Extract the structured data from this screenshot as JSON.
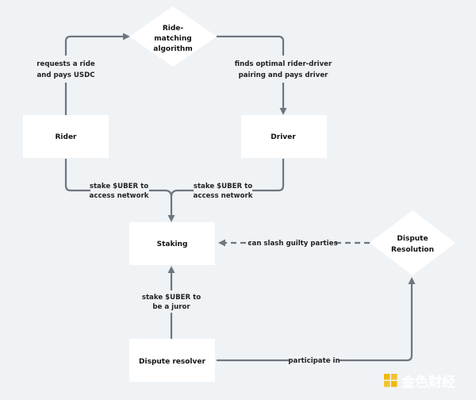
{
  "nodes": {
    "ride_matching": {
      "lines": [
        "Ride-",
        "matching",
        "algorithm"
      ]
    },
    "rider": {
      "label": "Rider"
    },
    "driver": {
      "label": "Driver"
    },
    "staking": {
      "label": "Staking"
    },
    "dispute_resolution": {
      "lines": [
        "Dispute",
        "Resolution"
      ]
    },
    "dispute_resolver": {
      "label": "Dispute resolver"
    }
  },
  "edges": {
    "rider_to_matching": {
      "lines": [
        "requests a ride",
        "and pays USDC"
      ]
    },
    "matching_to_driver": {
      "lines": [
        "finds optimal rider-driver",
        "pairing and pays driver"
      ]
    },
    "rider_to_staking": {
      "lines": [
        "stake $UBER to",
        "access network"
      ]
    },
    "driver_to_staking": {
      "lines": [
        "stake $UBER to",
        "access network"
      ]
    },
    "resolution_to_staking": {
      "label": "can slash guilty parties"
    },
    "resolver_to_staking": {
      "lines": [
        "stake $UBER to",
        "be a juror"
      ]
    },
    "resolver_to_resolution": {
      "label": "participate in"
    }
  },
  "watermark": {
    "text": "金色财经",
    "logo_color": "#f0b90b"
  },
  "colors": {
    "background": "#f0f3f6",
    "node_fill": "#ffffff",
    "edge": "#6e7680",
    "text": "#111111"
  }
}
